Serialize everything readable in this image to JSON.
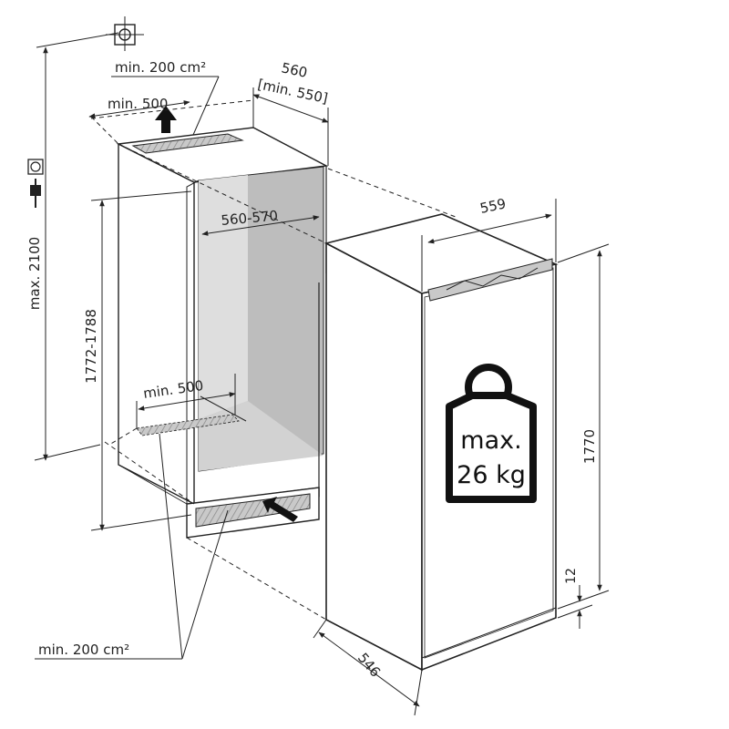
{
  "labels": {
    "top_vent": "min. 200 cm²",
    "top_depth": "min. 500",
    "niche_width_a": "560",
    "niche_width_b": "[min. 550]",
    "inner_width": "560-570",
    "niche_height": "1772-1788",
    "max_height": "max. 2100",
    "bottom_depth": "min. 500",
    "bottom_vent": "min. 200 cm²",
    "appliance_width": "559",
    "appliance_height": "1770",
    "plinth_gap": "12",
    "appliance_depth": "546",
    "max_load_line1": "max.",
    "max_load_line2": "26 kg"
  },
  "icons": [
    "crosshair-icon",
    "power-socket-icon",
    "power-plug-icon",
    "weight-icon",
    "airflow-arrow-icon"
  ]
}
